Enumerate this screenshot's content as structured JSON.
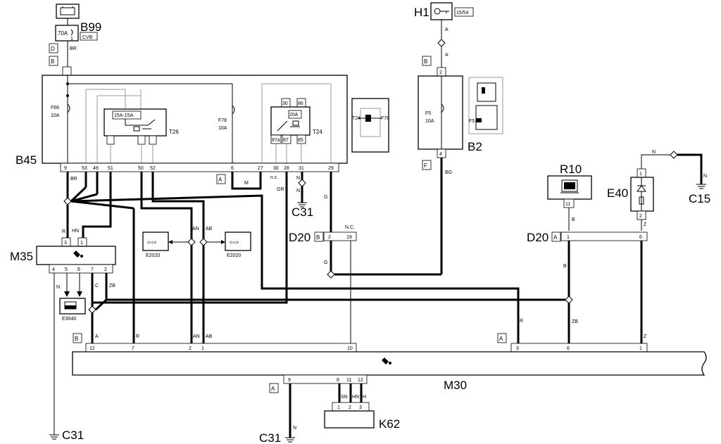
{
  "components": {
    "B99": {
      "name": "B99",
      "fuse": "70A",
      "sub": "CVB"
    },
    "H1": {
      "name": "H1",
      "tag": "15/54"
    },
    "B45": {
      "name": "B45",
      "fuse_f66": "F66",
      "fuse_f66_rating": "10A",
      "fuse_f78": "F78",
      "fuse_f78_rating": "10A",
      "relay_t26": "T26",
      "relay_t26_rating": "15A-15A",
      "relay_t24": "T24",
      "relay_t24_rating": "20A"
    },
    "B2": {
      "name": "B2",
      "fuse": "F5",
      "rating": "10A"
    },
    "R10": {
      "name": "R10"
    },
    "E40": {
      "name": "E40"
    },
    "C15": {
      "name": "C15"
    },
    "C31": {
      "name": "C31"
    },
    "D20": {
      "name": "D20"
    },
    "M35": {
      "name": "M35"
    },
    "M30": {
      "name": "M30"
    },
    "K62": {
      "name": "K62"
    },
    "E3040": {
      "name": "E3040"
    },
    "E2020": {
      "name": "E2020"
    }
  },
  "connectors": {
    "A": "A",
    "B": "B",
    "D": "D",
    "F": "F"
  },
  "relay_pins": [
    "30",
    "86",
    "87a",
    "87",
    "85"
  ],
  "fusebox_pins": [
    "9",
    "53",
    "49",
    "51",
    "50",
    "52",
    "6",
    "27",
    "30",
    "28",
    "31",
    "29"
  ],
  "m35_pins": [
    "3",
    "1",
    "4",
    "5",
    "6",
    "7",
    "2"
  ],
  "m30_pins_top": [
    "12",
    "7",
    "2",
    "1",
    "10",
    "3",
    "6",
    "1"
  ],
  "m30_pins_bottom": [
    "9",
    "8",
    "11",
    "12"
  ],
  "k62_pins": [
    "1",
    "2",
    "3"
  ],
  "d20_pins_left": [
    "2",
    "19"
  ],
  "d20_pins_right": [
    "1",
    "6"
  ],
  "b2_pins": [
    "2",
    "4"
  ],
  "e40_pins": [
    "1",
    "2"
  ],
  "r10_pin": "11",
  "wire_colors": {
    "BR": "BR",
    "A": "A",
    "BG": "BG",
    "N": "N",
    "GR": "GR",
    "G": "G",
    "M": "M",
    "R": "R",
    "HN": "HN",
    "AN": "AN",
    "AB": "AB",
    "C": "C",
    "ZB": "ZB",
    "B": "B",
    "Z": "Z",
    "SN": "SN",
    "H": "H"
  },
  "notes": {
    "nc": "n.c.",
    "NC": "N.C."
  },
  "inset_labels": {
    "t24": "T24",
    "f78": "F78",
    "f5": "F5"
  }
}
